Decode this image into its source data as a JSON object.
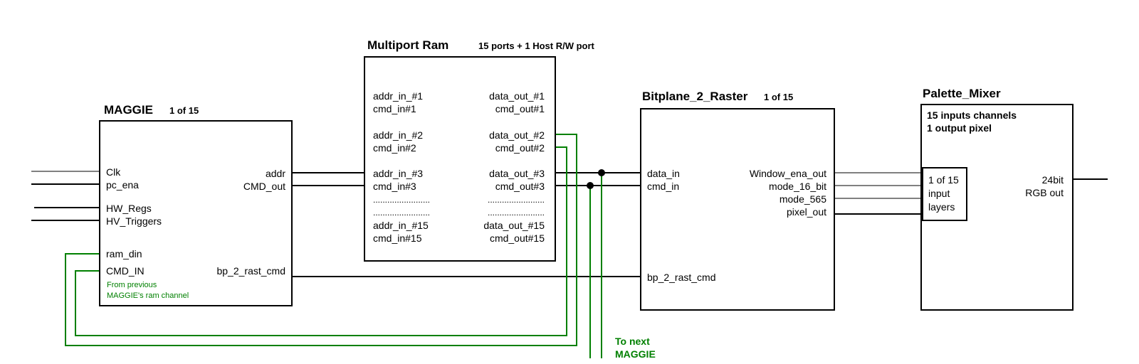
{
  "colors": {
    "ink": "#000000",
    "accent": "#008000",
    "background": "#ffffff"
  },
  "maggie": {
    "title": "MAGGIE",
    "count": "1 of 15",
    "inputs": [
      "Clk",
      "pc_ena",
      "HW_Regs",
      "HV_Triggers",
      "ram_din",
      "CMD_IN"
    ],
    "outputs": [
      "addr",
      "CMD_out",
      "bp_2_rast_cmd"
    ],
    "note": [
      "From previous",
      "MAGGIE's ram channel"
    ]
  },
  "ram": {
    "title": "Multiport Ram",
    "subtitle": "15 ports  + 1 Host R/W port",
    "left_ports": [
      "addr_in_#1",
      "cmd_in#1",
      "addr_in_#2",
      "cmd_in#2",
      "addr_in_#3",
      "cmd_in#3",
      "addr_in_#15",
      "cmd_in#15"
    ],
    "right_ports": [
      "data_out_#1",
      "cmd_out#1",
      "data_out_#2",
      "cmd_out#2",
      "data_out_#3",
      "cmd_out#3",
      "data_out_#15",
      "cmd_out#15"
    ],
    "dots": "........................"
  },
  "raster": {
    "title": "Bitplane_2_Raster",
    "count": "1 of 15",
    "inputs": [
      "data_in",
      "cmd_in",
      "bp_2_rast_cmd"
    ],
    "outputs": [
      "Window_ena_out",
      "mode_16_bit",
      "mode_565",
      "pixel_out"
    ]
  },
  "mixer": {
    "title": "Palette_Mixer",
    "desc": [
      "15 inputs channels",
      "1 output pixel"
    ],
    "inner": [
      "1 of 15",
      "input",
      "layers"
    ],
    "output": [
      "24bit",
      "RGB out"
    ]
  },
  "to_next": [
    "To next",
    "MAGGIE"
  ]
}
